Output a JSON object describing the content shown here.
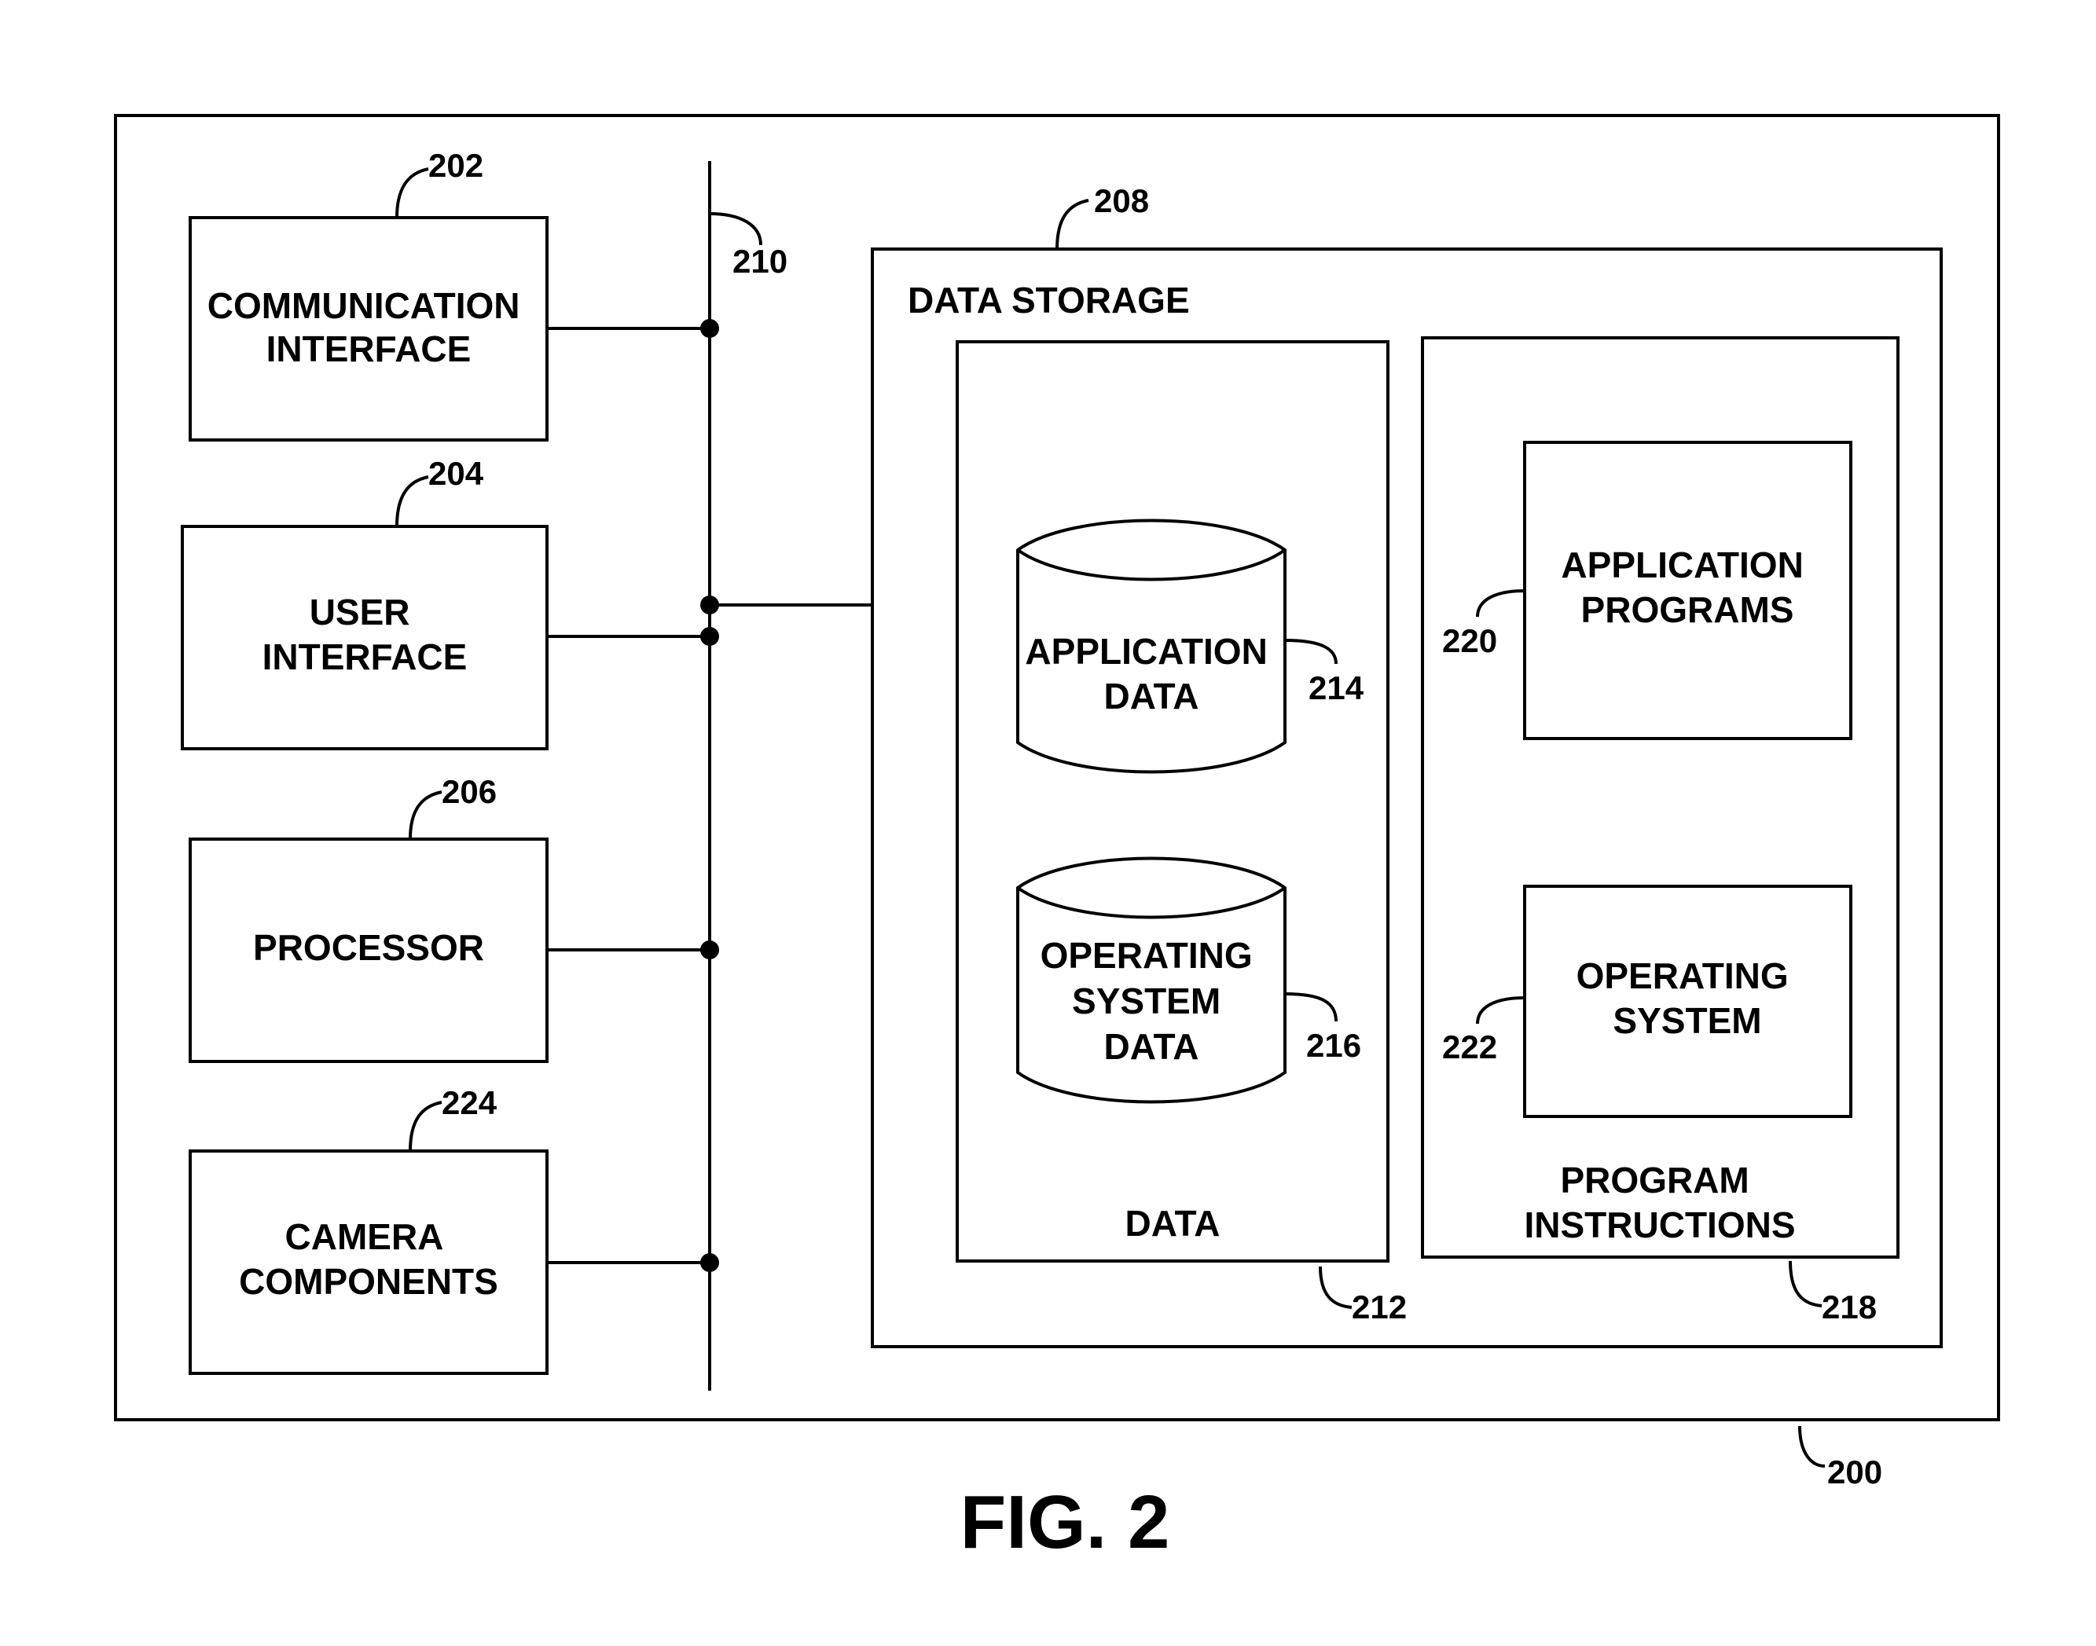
{
  "figure_label": "FIG. 2",
  "device": {
    "ref": "200"
  },
  "bus": {
    "ref": "210"
  },
  "components": [
    {
      "id": "communication-interface",
      "ref": "202",
      "lines": [
        "COMMUNICATION",
        "INTERFACE"
      ]
    },
    {
      "id": "user-interface",
      "ref": "204",
      "lines": [
        "USER",
        "INTERFACE"
      ]
    },
    {
      "id": "processor",
      "ref": "206",
      "lines": [
        "PROCESSOR"
      ]
    },
    {
      "id": "camera-components",
      "ref": "224",
      "lines": [
        "CAMERA",
        "COMPONENTS"
      ]
    }
  ],
  "data_storage": {
    "ref": "208",
    "label": "DATA STORAGE",
    "data": {
      "ref": "212",
      "label": "DATA",
      "stores": [
        {
          "id": "application-data",
          "ref": "214",
          "lines": [
            "APPLICATION",
            "DATA"
          ]
        },
        {
          "id": "operating-system-data",
          "ref": "216",
          "lines": [
            "OPERATING",
            "SYSTEM",
            "DATA"
          ]
        }
      ]
    },
    "program_instructions": {
      "ref": "218",
      "lines": [
        "PROGRAM",
        "INSTRUCTIONS"
      ],
      "modules": [
        {
          "id": "application-programs",
          "ref": "220",
          "lines": [
            "APPLICATION",
            "PROGRAMS"
          ]
        },
        {
          "id": "operating-system",
          "ref": "222",
          "lines": [
            "OPERATING",
            "SYSTEM"
          ]
        }
      ]
    }
  }
}
